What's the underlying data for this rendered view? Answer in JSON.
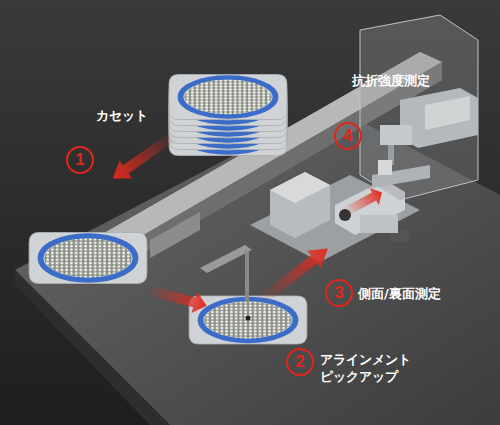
{
  "diagram": {
    "labels": [
      "カセット",
      "1",
      "2",
      "アラインメント ピックアップ",
      "3",
      "側面/裏面測定",
      "4",
      "抗折強度測定"
    ]
  }
}
